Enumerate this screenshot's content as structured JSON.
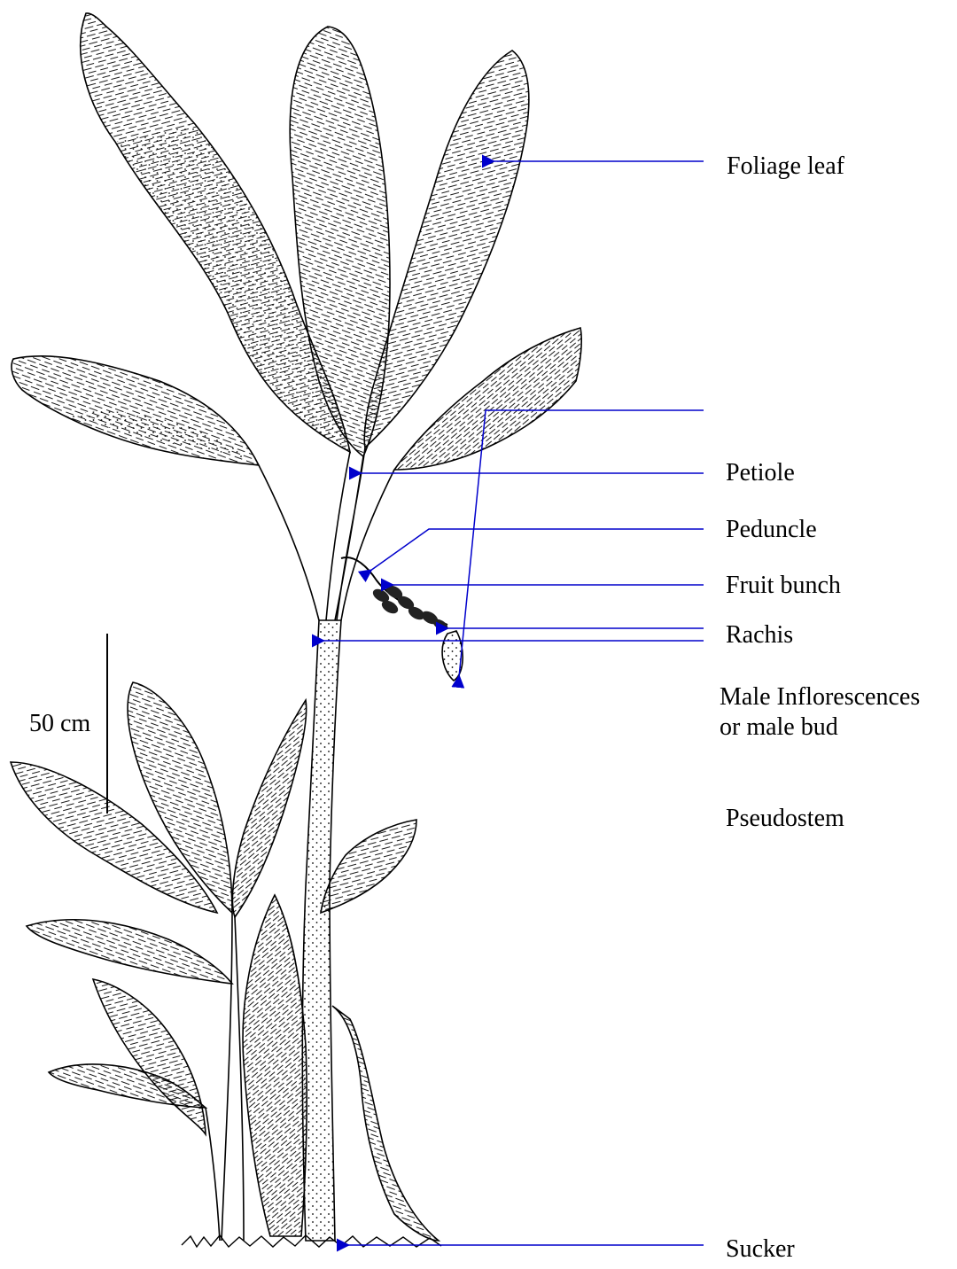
{
  "scale": {
    "label": "50 cm"
  },
  "labels": [
    {
      "id": "foliage-leaf",
      "text": "Foliage leaf"
    },
    {
      "id": "petiole",
      "text": "Petiole"
    },
    {
      "id": "peduncle",
      "text": "Peduncle"
    },
    {
      "id": "fruit-bunch",
      "text": "Fruit bunch"
    },
    {
      "id": "rachis",
      "text": "Rachis"
    },
    {
      "id": "male-inflorescence",
      "text": "Male Inflorescences",
      "text2": "or male bud"
    },
    {
      "id": "pseudostem",
      "text": "Pseudostem"
    },
    {
      "id": "sucker",
      "text": "Sucker"
    }
  ],
  "colors": {
    "arrow": "#0000cc",
    "ink": "#000000",
    "background": "#ffffff"
  }
}
